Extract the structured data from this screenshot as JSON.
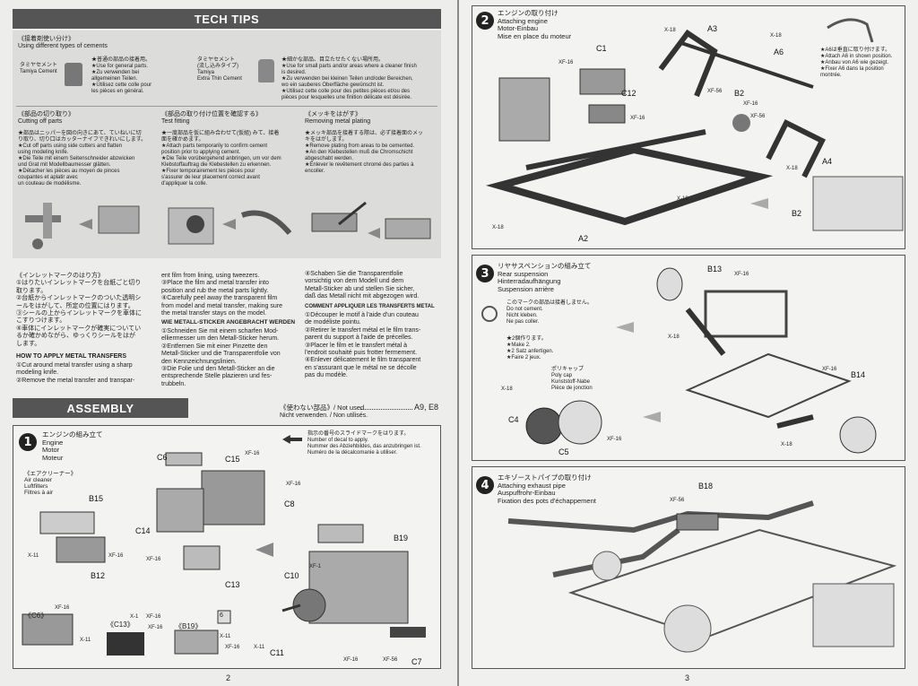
{
  "tech_tips": {
    "banner": "TECH TIPS",
    "cement_head": "《接着剤使い分け》\nUsing different types of cements",
    "cement1_name": "タミヤセメント\nTamiya Cement",
    "cement1_text": "★普通の部品の接着用。\n★Use for general parts.\n★Zu verwenden bei\nallgemeinen Teilen.\n★Utilisez cette colle pour\nles pièces en général.",
    "cement2_name": "タミヤセメント\n(流し込みタイプ)\nTamiya\nExtra Thin Cement",
    "cement2_text": "★細かな部品、目立たせたくない場所用。\n★Use for small parts and/or areas where a cleaner finish\nis desired.\n★Zu verwenden bei kleinen Teilen und/oder Bereichen,\nwo ein sauberes Oberfläche gewünscht ist.\n★Utilisez cette colle pour des petites pièces et/ou des\npièces pour lesquelles une finition délicate est désirée.",
    "cut_head": "《部品の切り取り》\nCutting off parts",
    "cut_text": "★部品はニッパーを図の向きにあて、ていねいに切\nり取り、切り口はカッターナイフできれいにします。\n★Cut off parts using side cutters and flatten\nusing modeling knife.\n★Die Teile mit einem Seitenschneider abzwicken\nund Grat mit Modellbaumesser glätten.\n★Détacher les pièces au moyen de pinces\ncoupantes et aplatir avec\nun couteau de modélisme.",
    "fit_head": "《部品の取り付け位置を確認する》\nTest fitting",
    "fit_text": "★一度部品を仮に組み合わせて(仮組) みて、接着\n面を確かめます。\n★Attach parts temporarily to confirm cement\nposition prior to applying cement.\n★Die Teile vorübergehend anbringen, um vor dem\nKlebstoffauftrag die Klebestellen zu erkennen.\n★Fixer temporairement les pièces pour\ns'assurer de leur placement correct avant\nd'appliquer la colle.",
    "plating_head": "《メッキをはがす》\nRemoving metal plating",
    "plating_text": "★メッキ部品を接着する際は、必ず接着面のメッ\nキをはがします。\n★Remove plating from areas to be cemented.\n★An den Klebestellen muß die Chromschicht\nabgeschabt werden.\n★Enlever le revêtement chromé des parties à\nencoller."
  },
  "metal_transfer": {
    "col1": "《インレットマークのはり方》\n①はりたいインレットマークを台紙ごと切り\n取ります。\n②台紙からインレットマークのついた透明シ\nールをはがして、所定の位置にはります。\n③シールの上からインレットマークを車体に\nこすりつけます。\n④車体にインレットマークが確実についてい\nるか確かめながら、ゆっくりシールをはが\nします。",
    "col1_head": "HOW TO APPLY METAL TRANSFERS",
    "col1_tail": "①Cut around metal transfer using a sharp\nmodeling knife.\n②Remove the metal transfer and transpar-",
    "col2": "ent film from lining, using tweezers.\n③Place the film and metal transfer into\nposition and rub the metal parts lightly.\n④Carefully peel away the transparent film\nfrom model and metal transfer, making sure\nthe metal transfer stays on the model.",
    "col2_head": "WIE METALL-STICKER ANGEBRACHT WERDEN",
    "col2_tail": "①Schneiden Sie mit einem scharfen Mod-\nelliermesser um den Metall-Sticker herum.\n②Entfernen Sie mit einer Pinzette den\nMetall-Sticker und die Transparentfolie von\nden Kennzeichnungslinien.\n③Die Folie und den Metall-Sticker an die\nentsprechende Stelle plazieren und fes-\ntrubbeln.",
    "col3": "④Schaben Sie die Transparentfolie\nvorsichtig von dem Modell und dem\nMetall-Sticker ab und stellen Sie sicher,\ndaß das Metall nicht mit abgezogen wird.",
    "col3_head": "COMMENT APPLIQUER LES TRANSFERTS METAL",
    "col3_tail": "①Découper le motif à l'aide d'un couteau\nde modéliste pointu.\n②Retirer le transfert métal et le film trans-\nparent du support à l'aide de précelles.\n③Placer le film et le transfert métal à\nl'endroit souhaité puis frotter fermement.\n④Enlever délicatement le film transparent\nen s'assurant que le métal ne se décolle\npas du modèle."
  },
  "assembly": {
    "banner": "ASSEMBLY",
    "not_used_label": "《使わない部品》/ Not used.",
    "not_used_parts": "A9, E8",
    "not_used_sub": "Nicht verwenden. / Non utilisés."
  },
  "step1": {
    "number": "1",
    "title": "エンジンの組み立て\nEngine\nMotor\nMoteur",
    "decal_note": "指示の番号のスライドマークをはります。\nNumber of decal to apply.\nNummer des Abziehbildes, das anzubringen ist.\nNuméro de la décalcomanie à utiliser.",
    "air_cleaner": "《エアクリーナー》\nAir cleaner\nLuftfilters\nFiltres à air",
    "parts": [
      "C6",
      "C15",
      "XF-16",
      "XF-16",
      "C8",
      "B15",
      "C14",
      "XF-16",
      "X-11",
      "XF-16",
      "B12",
      "C13",
      "B19",
      "XF-1",
      "C10",
      "X-11",
      "C11",
      "XF-16",
      "XF-56",
      "C7",
      "XF-16",
      "X-11",
      "X-1",
      "XF-16",
      "XF-16",
      "X-11",
      "XF-16"
    ],
    "insets": [
      "《C6》",
      "《C13》",
      "《B19》"
    ],
    "decal_num": "6"
  },
  "step2": {
    "number": "2",
    "title": "エンジンの取り付け\nAttaching engine\nMotor-Einbau\nMise en place du moteur",
    "note": "★A6は垂直に取り付けます。\n★Attach A6 in shown position.\n★Anbau von A6 wie gezeigt.\n★Fixer A6 dans la position\nmontrée.",
    "parts": [
      "X-18",
      "A3",
      "X-18",
      "A6",
      "C1",
      "XF-16",
      "C12",
      "XF-16",
      "XF-56",
      "B2",
      "XF-16",
      "XF-56",
      "X-18",
      "A4",
      "X-18",
      "X-18",
      "A2",
      "B2"
    ]
  },
  "step3": {
    "number": "3",
    "title": "リヤサスペンションの組み立て\nRear suspension\nHinterradaufhängung\nSuspension arrière",
    "no_cement": "このマークの部品は接着しません。\nDo not cement.\nNicht kleben.\nNe pas coller.",
    "make2": "★2個作ります。\n★Make 2.\n★2 Satz anfertigen.\n★Faire 2 jeux.",
    "poly_cap": "ポリキャップ\nPoly cap\nKunststoff-Nabe\nPièce de jonction",
    "parts": [
      "B13",
      "XF-16",
      "X-18",
      "X-18",
      "C4",
      "C5",
      "XF-16",
      "XF-16",
      "B14",
      "X-18"
    ]
  },
  "step4": {
    "number": "4",
    "title": "エキゾーストパイプの取り付け\nAttaching exhaust pipe\nAuspuffrohr-Einbau\nFixation des pots d'échappement",
    "parts": [
      "B18",
      "XF-56"
    ]
  },
  "page_numbers": {
    "left": "2",
    "right": "3"
  },
  "colors": {
    "banner": "#555555",
    "ink": "#222222",
    "paper": "#ededeb"
  }
}
